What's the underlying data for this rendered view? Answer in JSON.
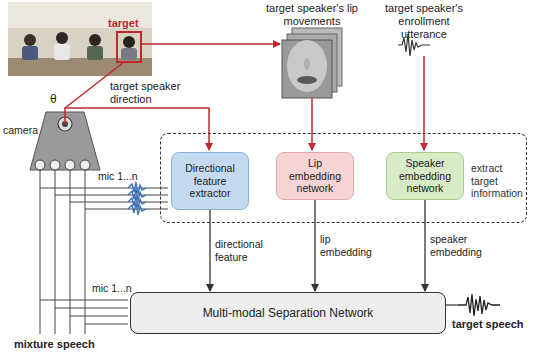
{
  "diagram": {
    "nodes": [
      {
        "text": [
          "extract target information"
        ]
      },
      {
        "text": [
          "Directional feature extractor"
        ],
        "in": 0
      },
      {
        "text": [
          "Lip embedding network"
        ],
        "in": 0
      },
      {
        "text": [
          "Speaker embedding network"
        ],
        "in": 0
      },
      {
        "text": [
          "Multi-modal Separation Network"
        ]
      }
    ],
    "edges": [
      {
        "from": 1,
        "to": 4,
        "arrow": "to",
        "label": "directional feature"
      },
      {
        "from": 2,
        "to": 4,
        "arrow": "to",
        "label": "lip embedding"
      },
      {
        "from": 3,
        "to": 4,
        "arrow": "to",
        "label": "speaker embedding"
      }
    ],
    "labels": [
      "target",
      "target speaker's lip movements",
      "target speaker's enrollment utterance",
      "θ",
      "target speaker direction",
      "camera",
      "mic 1...n",
      "mic 1...n",
      "mixture speech",
      "target speech"
    ]
  }
}
